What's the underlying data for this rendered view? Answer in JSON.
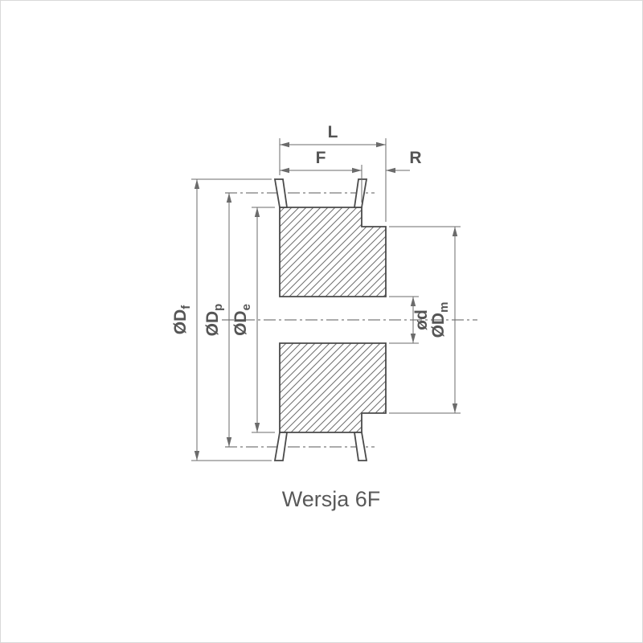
{
  "drawing": {
    "title_caption": "Wersja 6F",
    "dims": {
      "L": "L",
      "F": "F",
      "R": "R",
      "d": "ød",
      "Df": {
        "prefix": "ØD",
        "sub": "f"
      },
      "Dp": {
        "prefix": "ØD",
        "sub": "p"
      },
      "De": {
        "prefix": "ØD",
        "sub": "e"
      },
      "Dm": {
        "prefix": "ØD",
        "sub": "m"
      }
    },
    "colors": {
      "part_line": "#4a4a4a",
      "dimension_line": "#6b6b6b",
      "text": "#555555",
      "background": "#ffffff"
    }
  }
}
